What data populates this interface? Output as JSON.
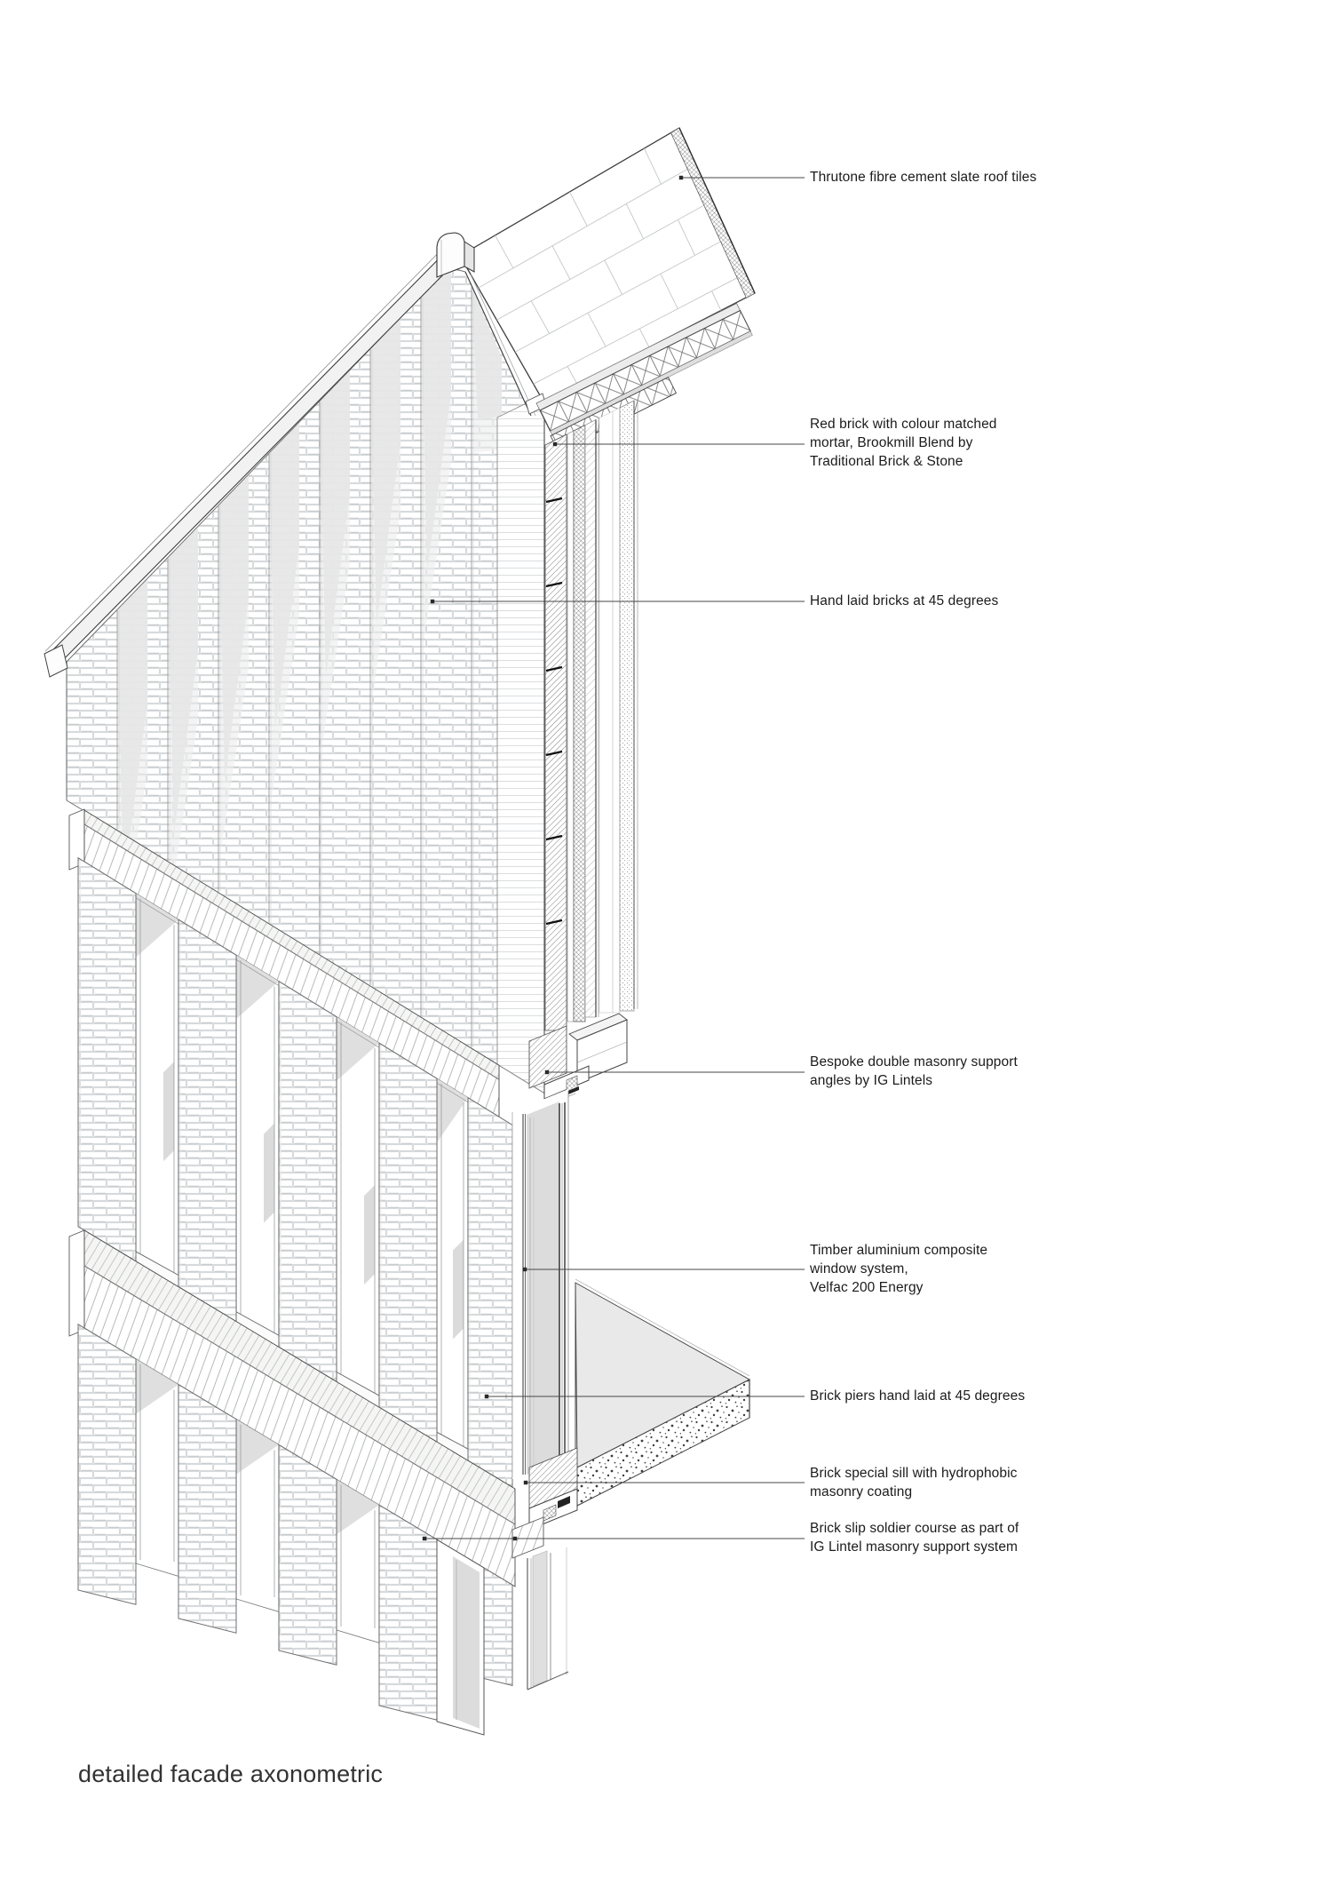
{
  "drawing_title": "detailed facade axonometric",
  "annotations": [
    {
      "id": "roof-tiles",
      "lines": [
        "Thrutone fibre cement slate roof tiles"
      ]
    },
    {
      "id": "red-brick",
      "lines": [
        "Red brick with colour matched",
        "mortar, Brookmill Blend by",
        "Traditional Brick & Stone"
      ]
    },
    {
      "id": "hand-laid-bricks",
      "lines": [
        "Hand laid bricks at 45 degrees"
      ]
    },
    {
      "id": "masonry-support-angles",
      "lines": [
        "Bespoke double masonry support",
        "angles by IG Lintels"
      ]
    },
    {
      "id": "window-system",
      "lines": [
        "Timber aluminium composite",
        "window system,",
        "Velfac 200 Energy"
      ]
    },
    {
      "id": "brick-piers",
      "lines": [
        "Brick piers hand laid at 45 degrees"
      ]
    },
    {
      "id": "brick-special-sill",
      "lines": [
        "Brick special sill with hydrophobic",
        "masonry coating"
      ]
    },
    {
      "id": "brick-slip-soldier",
      "lines": [
        "Brick slip soldier course as part of",
        "IG Lintel masonry support system"
      ]
    }
  ],
  "colors": {
    "background": "#ffffff",
    "line_dark": "#3f3f3f",
    "line_light": "#c9cccf",
    "shade_gray": "#dcdcdc",
    "slab_gray": "#e9e9e9",
    "text": "#1b1b1b"
  }
}
